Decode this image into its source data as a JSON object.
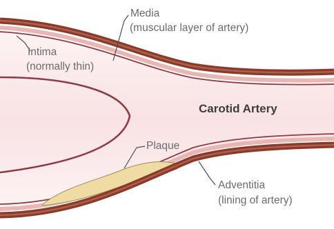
{
  "title": "Carotid Artery",
  "labels": {
    "media": {
      "name": "Media",
      "detail": "(muscular layer of artery)"
    },
    "intima": {
      "name": "Intima",
      "detail": "(normally thin)"
    },
    "plaque": {
      "name": "Plaque"
    },
    "adventitia": {
      "name": "Adventitia",
      "detail": "(lining of artery)"
    }
  },
  "colors": {
    "adventitia": "#8a3a2a",
    "adventitia_highlight": "#c47a63",
    "intima_line": "#8c3a44",
    "lumen": "#fbe9ea",
    "lumen_inner": "#f6d4d6",
    "plaque": "#efdca4",
    "plaque_outline": "#a38a55"
  }
}
